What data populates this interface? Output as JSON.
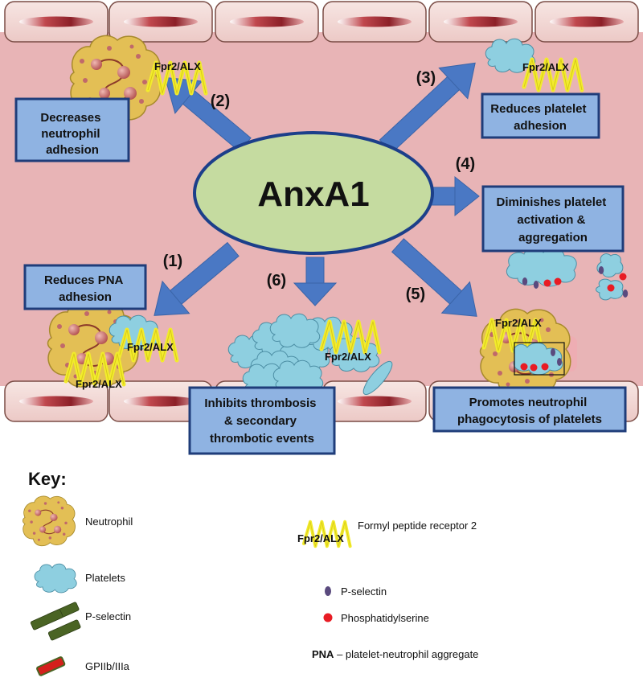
{
  "center": {
    "label": "AnxA1"
  },
  "receptor_label": "Fpr2/ALX",
  "effects": [
    {
      "number": "(1)",
      "lines": [
        "Reduces PNA",
        "adhesion"
      ]
    },
    {
      "number": "(2)",
      "lines": [
        "Decreases",
        "neutrophil",
        "adhesion"
      ]
    },
    {
      "number": "(3)",
      "lines": [
        "Reduces platelet",
        "adhesion"
      ]
    },
    {
      "number": "(4)",
      "lines": [
        "Diminishes platelet",
        "activation &",
        "aggregation"
      ]
    },
    {
      "number": "(5)",
      "lines": [
        "Promotes neutrophil",
        "phagocytosis of platelets"
      ]
    },
    {
      "number": "(6)",
      "lines": [
        "Inhibits thrombosis",
        "& secondary",
        "thrombotic events"
      ]
    }
  ],
  "key": {
    "title": "Key:",
    "neutrophil": "Neutrophil",
    "platelets": "Platelets",
    "p_selectin_bars": "P-selectin",
    "gpiib": "GPIIb/IIIa",
    "receptor_desc": "Formyl peptide receptor 2",
    "p_selectin_dot": "P-selectin",
    "phosphatidylserine": "Phosphatidylserine",
    "pna_abbr": "PNA",
    "pna_desc": " – platelet-neutrophil aggregate"
  },
  "colors": {
    "vessel_bg": "#e8b4b6",
    "endothelium": "#f3dcd9",
    "nucleus_red": "#a8353b",
    "arrow_blue": "#4a78c4",
    "box_fill": "#8fb3e2",
    "box_border": "#1f3d7a",
    "ellipse_fill": "#c5dba0",
    "ellipse_border": "#1c3f8a",
    "neutrophil_fill": "#e3bf55",
    "granule": "#c0696a",
    "platelet_fill": "#8ecfe0",
    "receptor_yellow": "#f2ec2c",
    "p_selectin_dot": "#5a4a7e",
    "phosphatidylserine_dot": "#e81c24",
    "p_selectin_bar": "#4a6424",
    "gpiib_bar": "#d4201c"
  }
}
